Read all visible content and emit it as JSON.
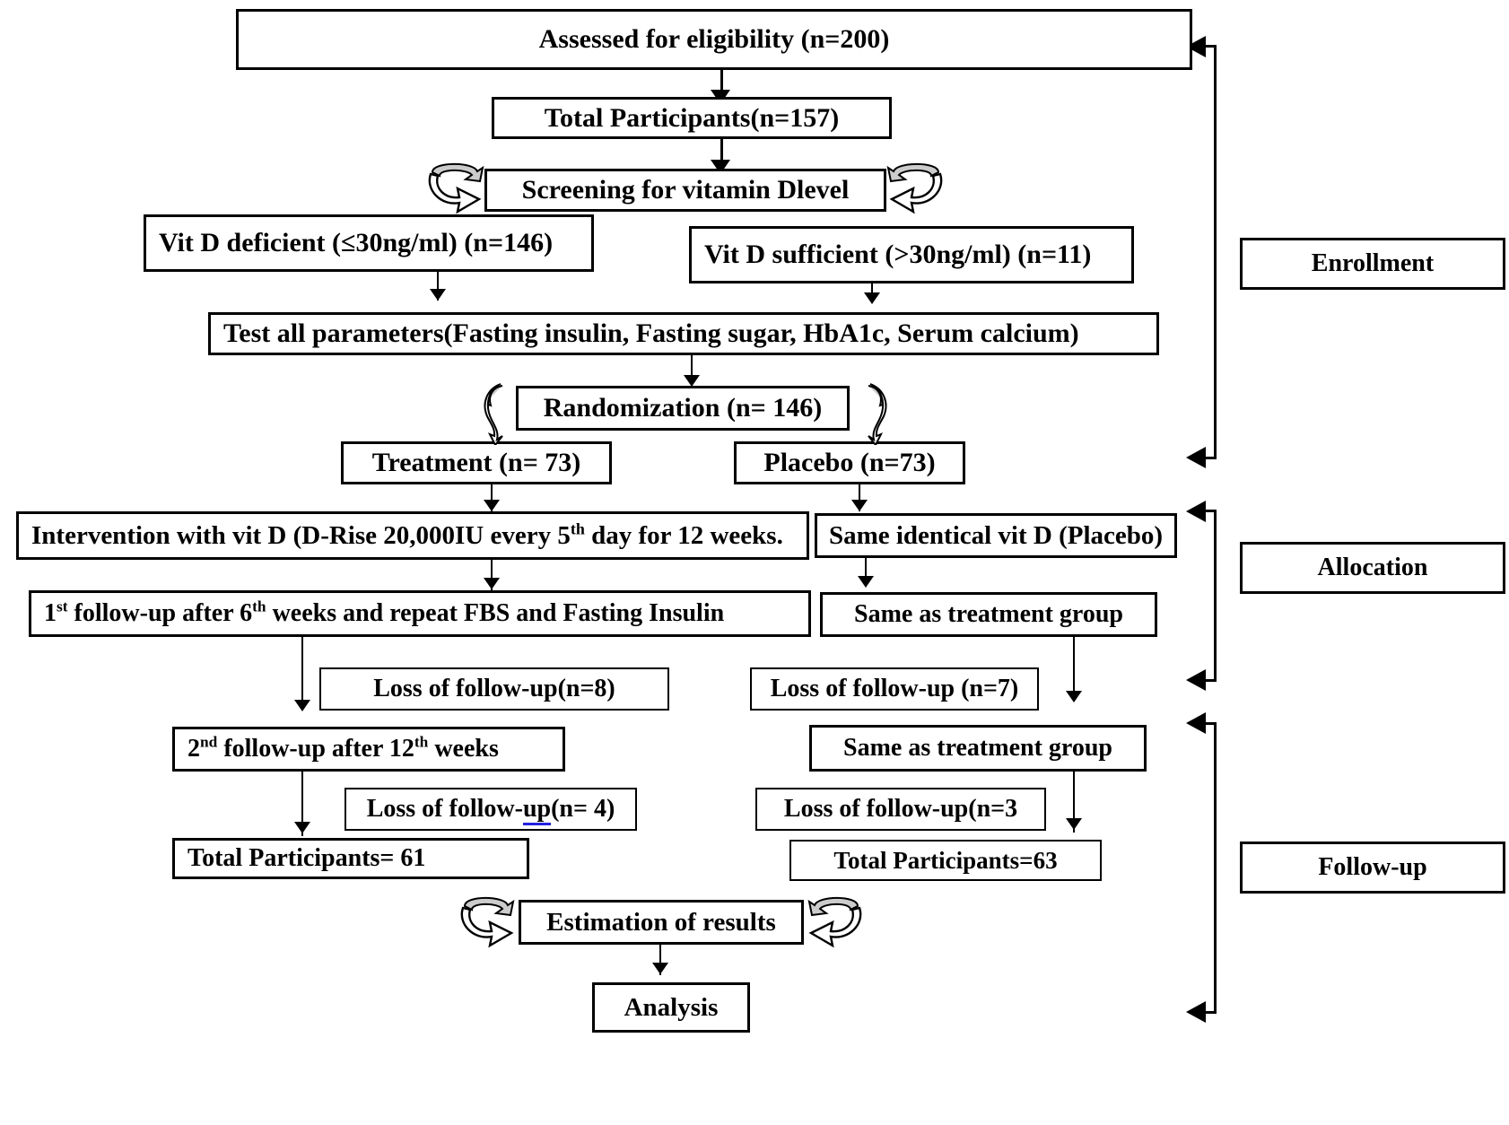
{
  "diagram": {
    "title": "CONSORT participant flow diagram",
    "type": "flowchart",
    "accent_color": "#000000",
    "highlight_color": "#2222dd",
    "curve_fill": "#cccccc"
  },
  "nodes": {
    "assessed": "Assessed for eligibility (n=200)",
    "total_participants": "Total Participants(n=157)",
    "screening": "Screening for vitamin Dlevel",
    "vitd_deficient": "Vit D deficient (≤30ng/ml) (n=146)",
    "vitd_sufficient": "Vit D sufficient (>30ng/ml) (n=11)",
    "test_parameters": "Test all parameters(Fasting insulin, Fasting sugar, HbA1c, Serum calcium)",
    "randomization": "Randomization (n= 146)",
    "treatment": "Treatment (n= 73)",
    "placebo": "Placebo (n=73)",
    "intervention_pre": "Intervention with vit D (D-Rise 20,000IU every 5",
    "intervention_sup": "th",
    "intervention_post": " day for 12 weeks.",
    "same_identical": "Same identical vit D (Placebo)",
    "followup1_a": "1",
    "followup1_a_sup": "st",
    "followup1_b": " follow-up after 6",
    "followup1_b_sup": "th",
    "followup1_c": " weeks and repeat FBS and Fasting Insulin",
    "same_as_treatment_1": "Same as treatment group",
    "loss_8": "Loss of follow-up(n=8)",
    "loss_7": "Loss of follow-up (n=7)",
    "followup2_a": "2",
    "followup2_a_sup": "nd",
    "followup2_b": " follow-up after 12",
    "followup2_b_sup": "th",
    "followup2_c": " weeks",
    "same_as_treatment_2": "Same as treatment group",
    "loss_4_pre": "Loss of follow-",
    "loss_4_underlined": "up",
    "loss_4_post": "(n= 4)",
    "loss_3": "Loss of follow-up(n=3",
    "total_61": "Total Participants= 61",
    "total_63": "Total Participants=63",
    "estimation": "Estimation of results",
    "analysis": "Analysis"
  },
  "stage_labels": {
    "enrollment": "Enrollment",
    "allocation": "Allocation",
    "followup": "Follow-up"
  },
  "icons": {
    "curved_arrow_right": "curved-arrow-right-icon",
    "curved_arrow_left": "curved-arrow-left-icon",
    "arrow_down": "arrow-down-icon",
    "arrow_left": "arrow-left-icon"
  }
}
